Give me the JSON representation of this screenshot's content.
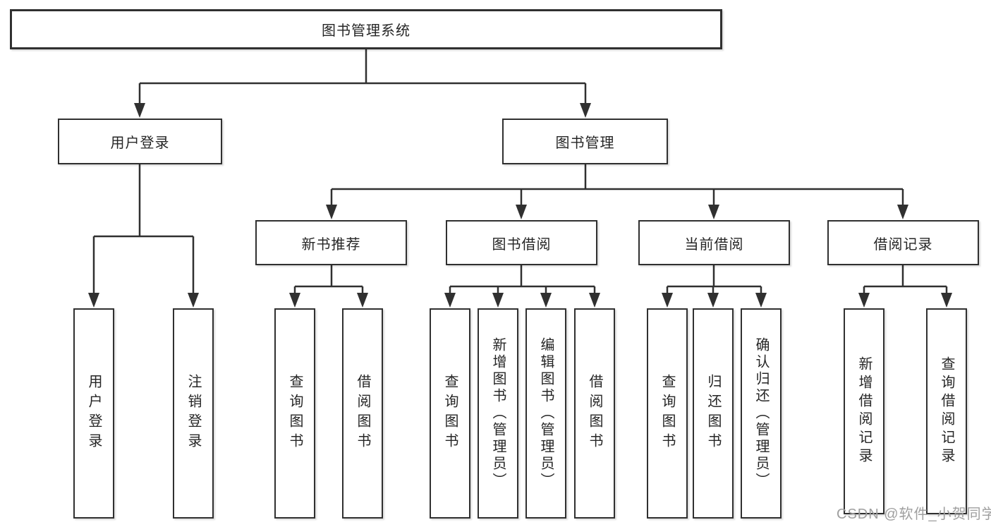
{
  "diagram": {
    "root": {
      "label": "图书管理系统"
    },
    "user_branch": {
      "label": "用户登录",
      "children": [
        {
          "label": "用户登录"
        },
        {
          "label": "注销登录"
        }
      ]
    },
    "book_branch": {
      "label": "图书管理",
      "sections": [
        {
          "label": "新书推荐",
          "children": [
            {
              "label": "查询图书"
            },
            {
              "label": "借阅图书"
            }
          ]
        },
        {
          "label": "图书借阅",
          "children": [
            {
              "label": "查询图书"
            },
            {
              "label": "新增图书（管理员）"
            },
            {
              "label": "编辑图书（管理员）"
            },
            {
              "label": "借阅图书"
            }
          ]
        },
        {
          "label": "当前借阅",
          "children": [
            {
              "label": "查询图书"
            },
            {
              "label": "归还图书"
            },
            {
              "label": "确认归还（管理员）"
            }
          ]
        },
        {
          "label": "借阅记录",
          "children": [
            {
              "label": "新增借阅记录"
            },
            {
              "label": "查询借阅记录"
            }
          ]
        }
      ]
    }
  },
  "watermark": {
    "text": "CSDN @软件_小贺同学",
    "color": "#9f9f9f"
  },
  "colors": {
    "line": "#303030",
    "box_border": "#303030",
    "text": "#262626",
    "background": "#ffffff"
  }
}
